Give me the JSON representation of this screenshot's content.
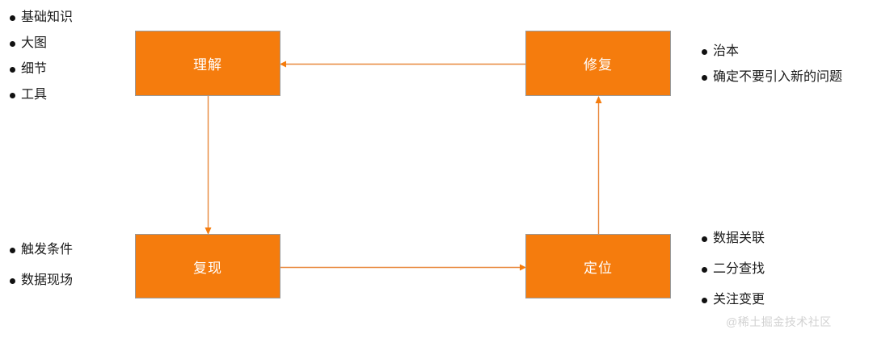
{
  "diagram": {
    "title": "debugging-workflow-cycle",
    "accent_color": "#F57C0D",
    "connector_color": "#E8883C",
    "box_border_color": "#9A9A9A",
    "box_text_color": "#FFFFFF",
    "text_color": "#1A1A1A",
    "background": "#FFFFFF"
  },
  "nodes": {
    "understand": {
      "label": "理解"
    },
    "fix": {
      "label": "修复"
    },
    "reproduce": {
      "label": "复现"
    },
    "locate": {
      "label": "定位"
    }
  },
  "annotations": {
    "top_left": {
      "items": [
        {
          "label": "基础知识"
        },
        {
          "label": "大图"
        },
        {
          "label": "细节"
        },
        {
          "label": "工具"
        }
      ]
    },
    "bottom_left": {
      "items": [
        {
          "label": "触发条件"
        },
        {
          "label": "数据现场"
        }
      ]
    },
    "top_right": {
      "items": [
        {
          "label": "治本"
        },
        {
          "label": "确定不要引入新的问题"
        }
      ]
    },
    "bottom_right": {
      "items": [
        {
          "label": "数据关联"
        },
        {
          "label": "二分查找"
        },
        {
          "label": "关注变更"
        }
      ]
    }
  },
  "connectors": [
    {
      "name": "fix-to-understand",
      "from": "fix",
      "to": "understand",
      "direction": "left"
    },
    {
      "name": "understand-to-reproduce",
      "from": "understand",
      "to": "reproduce",
      "direction": "down"
    },
    {
      "name": "reproduce-to-locate",
      "from": "reproduce",
      "to": "locate",
      "direction": "right"
    },
    {
      "name": "locate-to-fix",
      "from": "locate",
      "to": "fix",
      "direction": "up"
    }
  ],
  "watermark": {
    "text": "@稀土掘金技术社区"
  }
}
